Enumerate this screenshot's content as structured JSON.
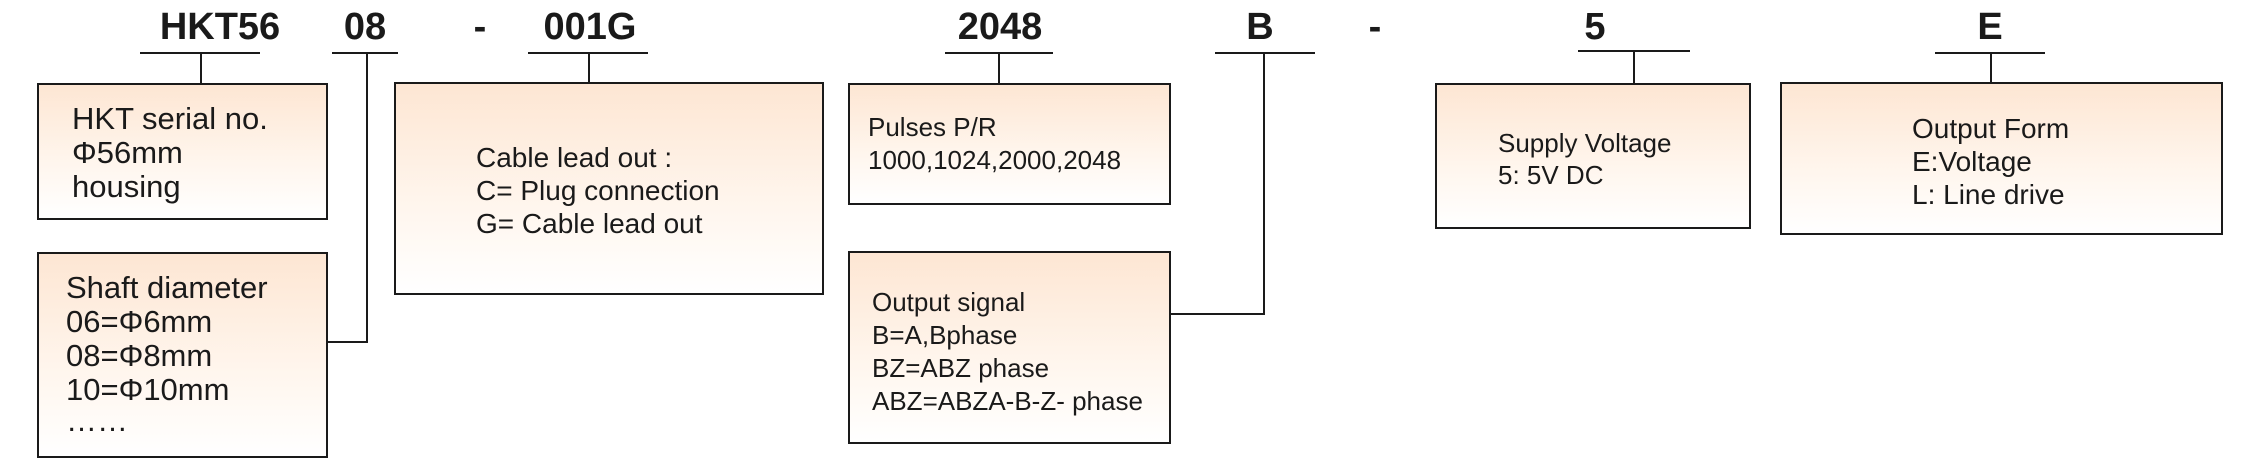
{
  "codes": {
    "series": "HKT56",
    "shaft": "08",
    "dash1": "-",
    "cable": "001G",
    "pulses": "2048",
    "signal": "B",
    "dash2": "-",
    "voltage": "5",
    "output": "E"
  },
  "boxes": {
    "series": {
      "lines": [
        "HKT serial no.",
        "Φ56mm",
        "housing"
      ]
    },
    "shaft": {
      "lines": [
        "Shaft diameter",
        "06=Φ6mm",
        "08=Φ8mm",
        "10=Φ10mm",
        "……"
      ]
    },
    "cable": {
      "lines": [
        "Cable lead out :",
        "C= Plug connection",
        "G= Cable lead out"
      ]
    },
    "pulses": {
      "lines": [
        "Pulses  P/R",
        "1000,1024,2000,2048"
      ]
    },
    "signal": {
      "lines": [
        "Output signal",
        "B=A,Bphase",
        "BZ=ABZ phase",
        "ABZ=ABZA-B-Z- phase"
      ]
    },
    "voltage": {
      "lines": [
        "Supply Voltage",
        "5: 5V DC"
      ]
    },
    "output": {
      "lines": [
        "Output Form",
        "E:Voltage",
        "L: Line drive"
      ]
    }
  }
}
